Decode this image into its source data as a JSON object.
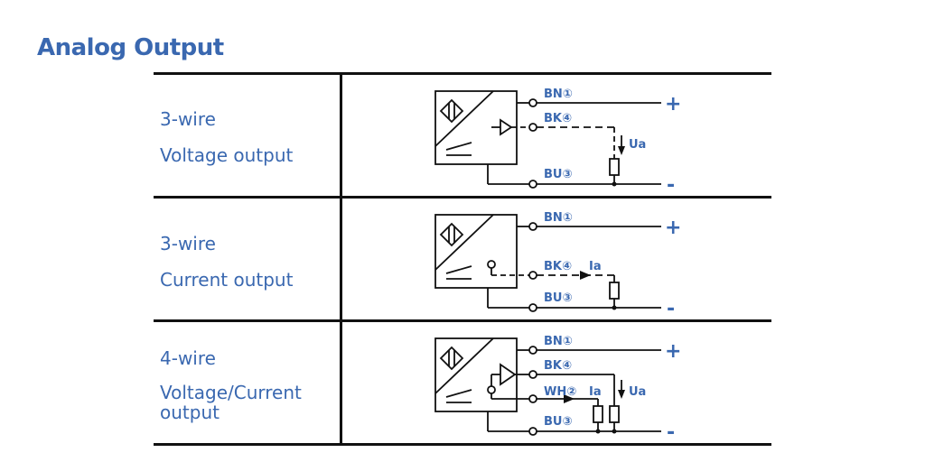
{
  "title": "Analog Output",
  "rows": [
    {
      "line1": "3-wire",
      "line2": "Voltage output",
      "wires": {
        "bn": "BN①",
        "bk": "BK④",
        "bu": "BU③"
      },
      "signal_label": "Ua",
      "plus": "+",
      "minus": "-"
    },
    {
      "line1": "3-wire",
      "line2": "Current output",
      "wires": {
        "bn": "BN①",
        "bk": "BK④",
        "bu": "BU③"
      },
      "signal_label": "Ia",
      "plus": "+",
      "minus": "-"
    },
    {
      "line1": "4-wire",
      "line2": "Voltage/Current",
      "line3": "output",
      "wires": {
        "bn": "BN①",
        "bk": "BK④",
        "wh": "WH②",
        "bu": "BU③"
      },
      "current_label": "Ia",
      "voltage_label": "Ua",
      "plus": "+",
      "minus": "-"
    }
  ],
  "colors": {
    "accent": "#3a68b0",
    "line": "#111111"
  }
}
